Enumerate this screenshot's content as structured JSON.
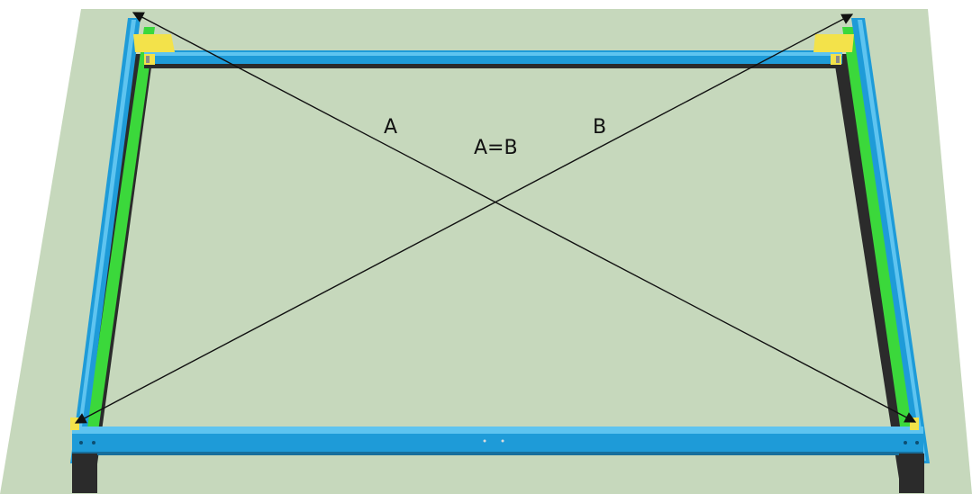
{
  "labels": {
    "diagonal_a": "A",
    "diagonal_b": "B",
    "equation": "A=B"
  },
  "colors": {
    "background": "#ffffff",
    "floor": "#c6d8bc",
    "rail_blue": "#1e9bd8",
    "rail_blue_light": "#5ec4f0",
    "rail_green": "#3bd83b",
    "rail_shadow": "#2b2b2b",
    "bracket_yellow": "#f3e24a",
    "diagonal": "#111111"
  }
}
